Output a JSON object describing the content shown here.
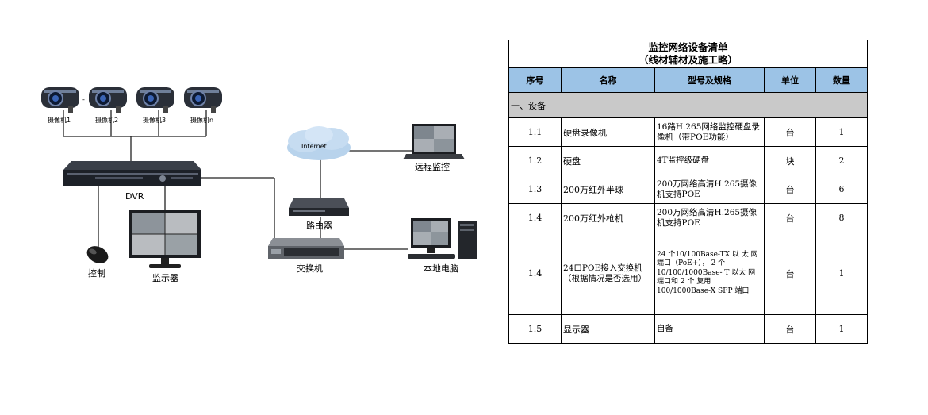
{
  "diagram": {
    "cameras": [
      "摄像机1",
      "摄像机2",
      "摄像机3",
      "摄像机n"
    ],
    "camera_separator": "-",
    "dvr_label": "DVR",
    "internet_label": "Internet",
    "remote_label": "远程监控",
    "router_label": "路由器",
    "switch_label": "交换机",
    "local_pc_label": "本地电脑",
    "mouse_label": "控制",
    "monitor_label": "监示器"
  },
  "table": {
    "title_line1": "监控网络设备清单",
    "title_line2": "（线材辅材及施工略）",
    "headers": [
      "序号",
      "名称",
      "型号及规格",
      "单位",
      "数量"
    ],
    "section": "一、设备",
    "rows": [
      {
        "no": "1.1",
        "name": "硬盘录像机",
        "spec": "16路H.265网络监控硬盘录像机（带POE功能）",
        "unit": "台",
        "qty": "1"
      },
      {
        "no": "1.2",
        "name": "硬盘",
        "spec": "4T监控级硬盘",
        "unit": "块",
        "qty": "2"
      },
      {
        "no": "1.3",
        "name": "200万红外半球",
        "spec": "200万网络高清H.265摄像机支持POE",
        "unit": "台",
        "qty": "6"
      },
      {
        "no": "1.4",
        "name": "200万红外枪机",
        "spec": "200万网络高清H.265摄像机支持POE",
        "unit": "台",
        "qty": "8"
      },
      {
        "no": "1.4",
        "name": "24口POE接入交换机（根据情况是否选用）",
        "spec": "24 个10/100Base-TX 以 太 网端口（PoE+）， 2 个 10/100/1000Base- T 以太 网端口和 2 个 复用 100/1000Base-X SFP 端口",
        "unit": "台",
        "qty": "1"
      },
      {
        "no": "1.5",
        "name": "显示器",
        "spec": "自备",
        "unit": "台",
        "qty": "1"
      }
    ]
  }
}
